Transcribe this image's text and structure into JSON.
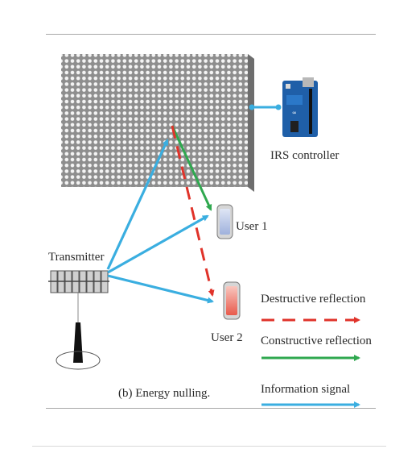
{
  "figure": {
    "caption": "(b) Energy nulling.",
    "irs_controller_label": "IRS controller",
    "transmitter_label": "Transmitter",
    "user1_label": "User 1",
    "user2_label": "User 2"
  },
  "legend": {
    "destructive_label": "Destructive reflection",
    "constructive_label": "Constructive reflection",
    "information_label": "Information signal"
  },
  "colors": {
    "information": "#3aaee0",
    "constructive": "#2fa84f",
    "destructive": "#e0332a",
    "irs_panel": "#8e8e8e",
    "controller_board": "#1f5fa8",
    "user1_screen": "#b9c6e6",
    "user2_screen": "#f07a6e"
  }
}
